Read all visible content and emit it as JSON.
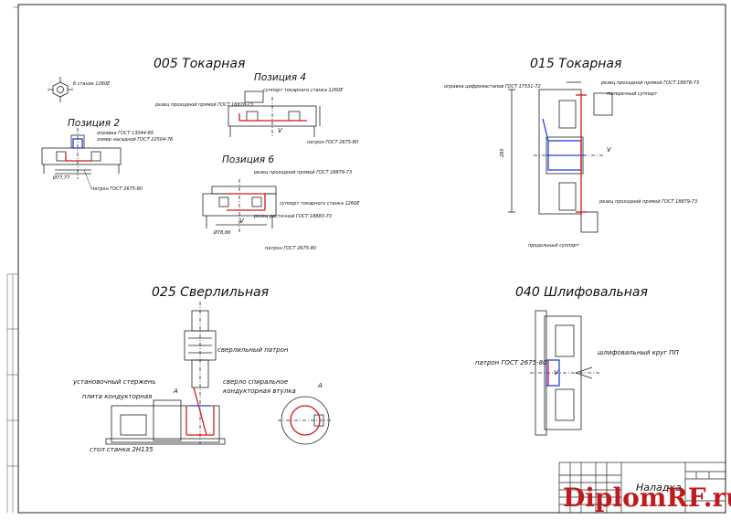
{
  "ops": {
    "op005": "005 Токарная",
    "op015": "015 Токарная",
    "op025": "025 Сверлильная",
    "op040": "040 Шлифовальная"
  },
  "positions": {
    "p2": "Позиция 2",
    "p4": "Позиция 4",
    "p6": "Позиция 6"
  },
  "labels": {
    "stanok": "6 станок 1260Е",
    "opravka005": "оправка ГОСТ 13044-85",
    "kamen": "хомер насадной ГОСТ 22504-76",
    "patron_p2": "патрон ГОСТ 2675-80",
    "dim_p2": "Ø77,77",
    "supp_p4": "суппорт токарного станка 1260Е",
    "rezec_p4": "резец проходной прямой ГОСТ 18878-73",
    "patron_p4": "патрон ГОСТ 2675-80",
    "rezec_p6": "резец проходной прямой ГОСТ 18879-73",
    "supp_p6": "суппорт токарного станка 1260Е",
    "rasto_p6": "резец расточной ГОСТ 18883-73",
    "patron_p6": "патрон ГОСТ 2675-80",
    "dim_p6": "Ø78,86",
    "opravka015": "оправка цифромастапов ГОСТ 17531-72",
    "rezec015a": "резец проходной прямой ГОСТ 18878-73",
    "poper015": "поперечный суппорт",
    "rezec015b": "резец проходной прямой ГОСТ 18879-73",
    "prodol015": "продольный суппорт",
    "dim015": "285",
    "patron025": "сверлильный патрон",
    "sterzh": "установочный стержень",
    "plita": "плита кондукторная",
    "sverlo": "сверло спиральное",
    "vtulka": "кондукторная втулка",
    "stol": "стол станка 2Н135",
    "viewA1": "А",
    "viewA2": "А",
    "patron040": "патрон ГОСТ 2675-80",
    "krug040": "шлифовальный круг ПП",
    "v_label": "V"
  },
  "title_block": {
    "name": "Наладка"
  },
  "watermark": {
    "text": "DiplomRF.ru",
    "color": "#c0191e"
  }
}
